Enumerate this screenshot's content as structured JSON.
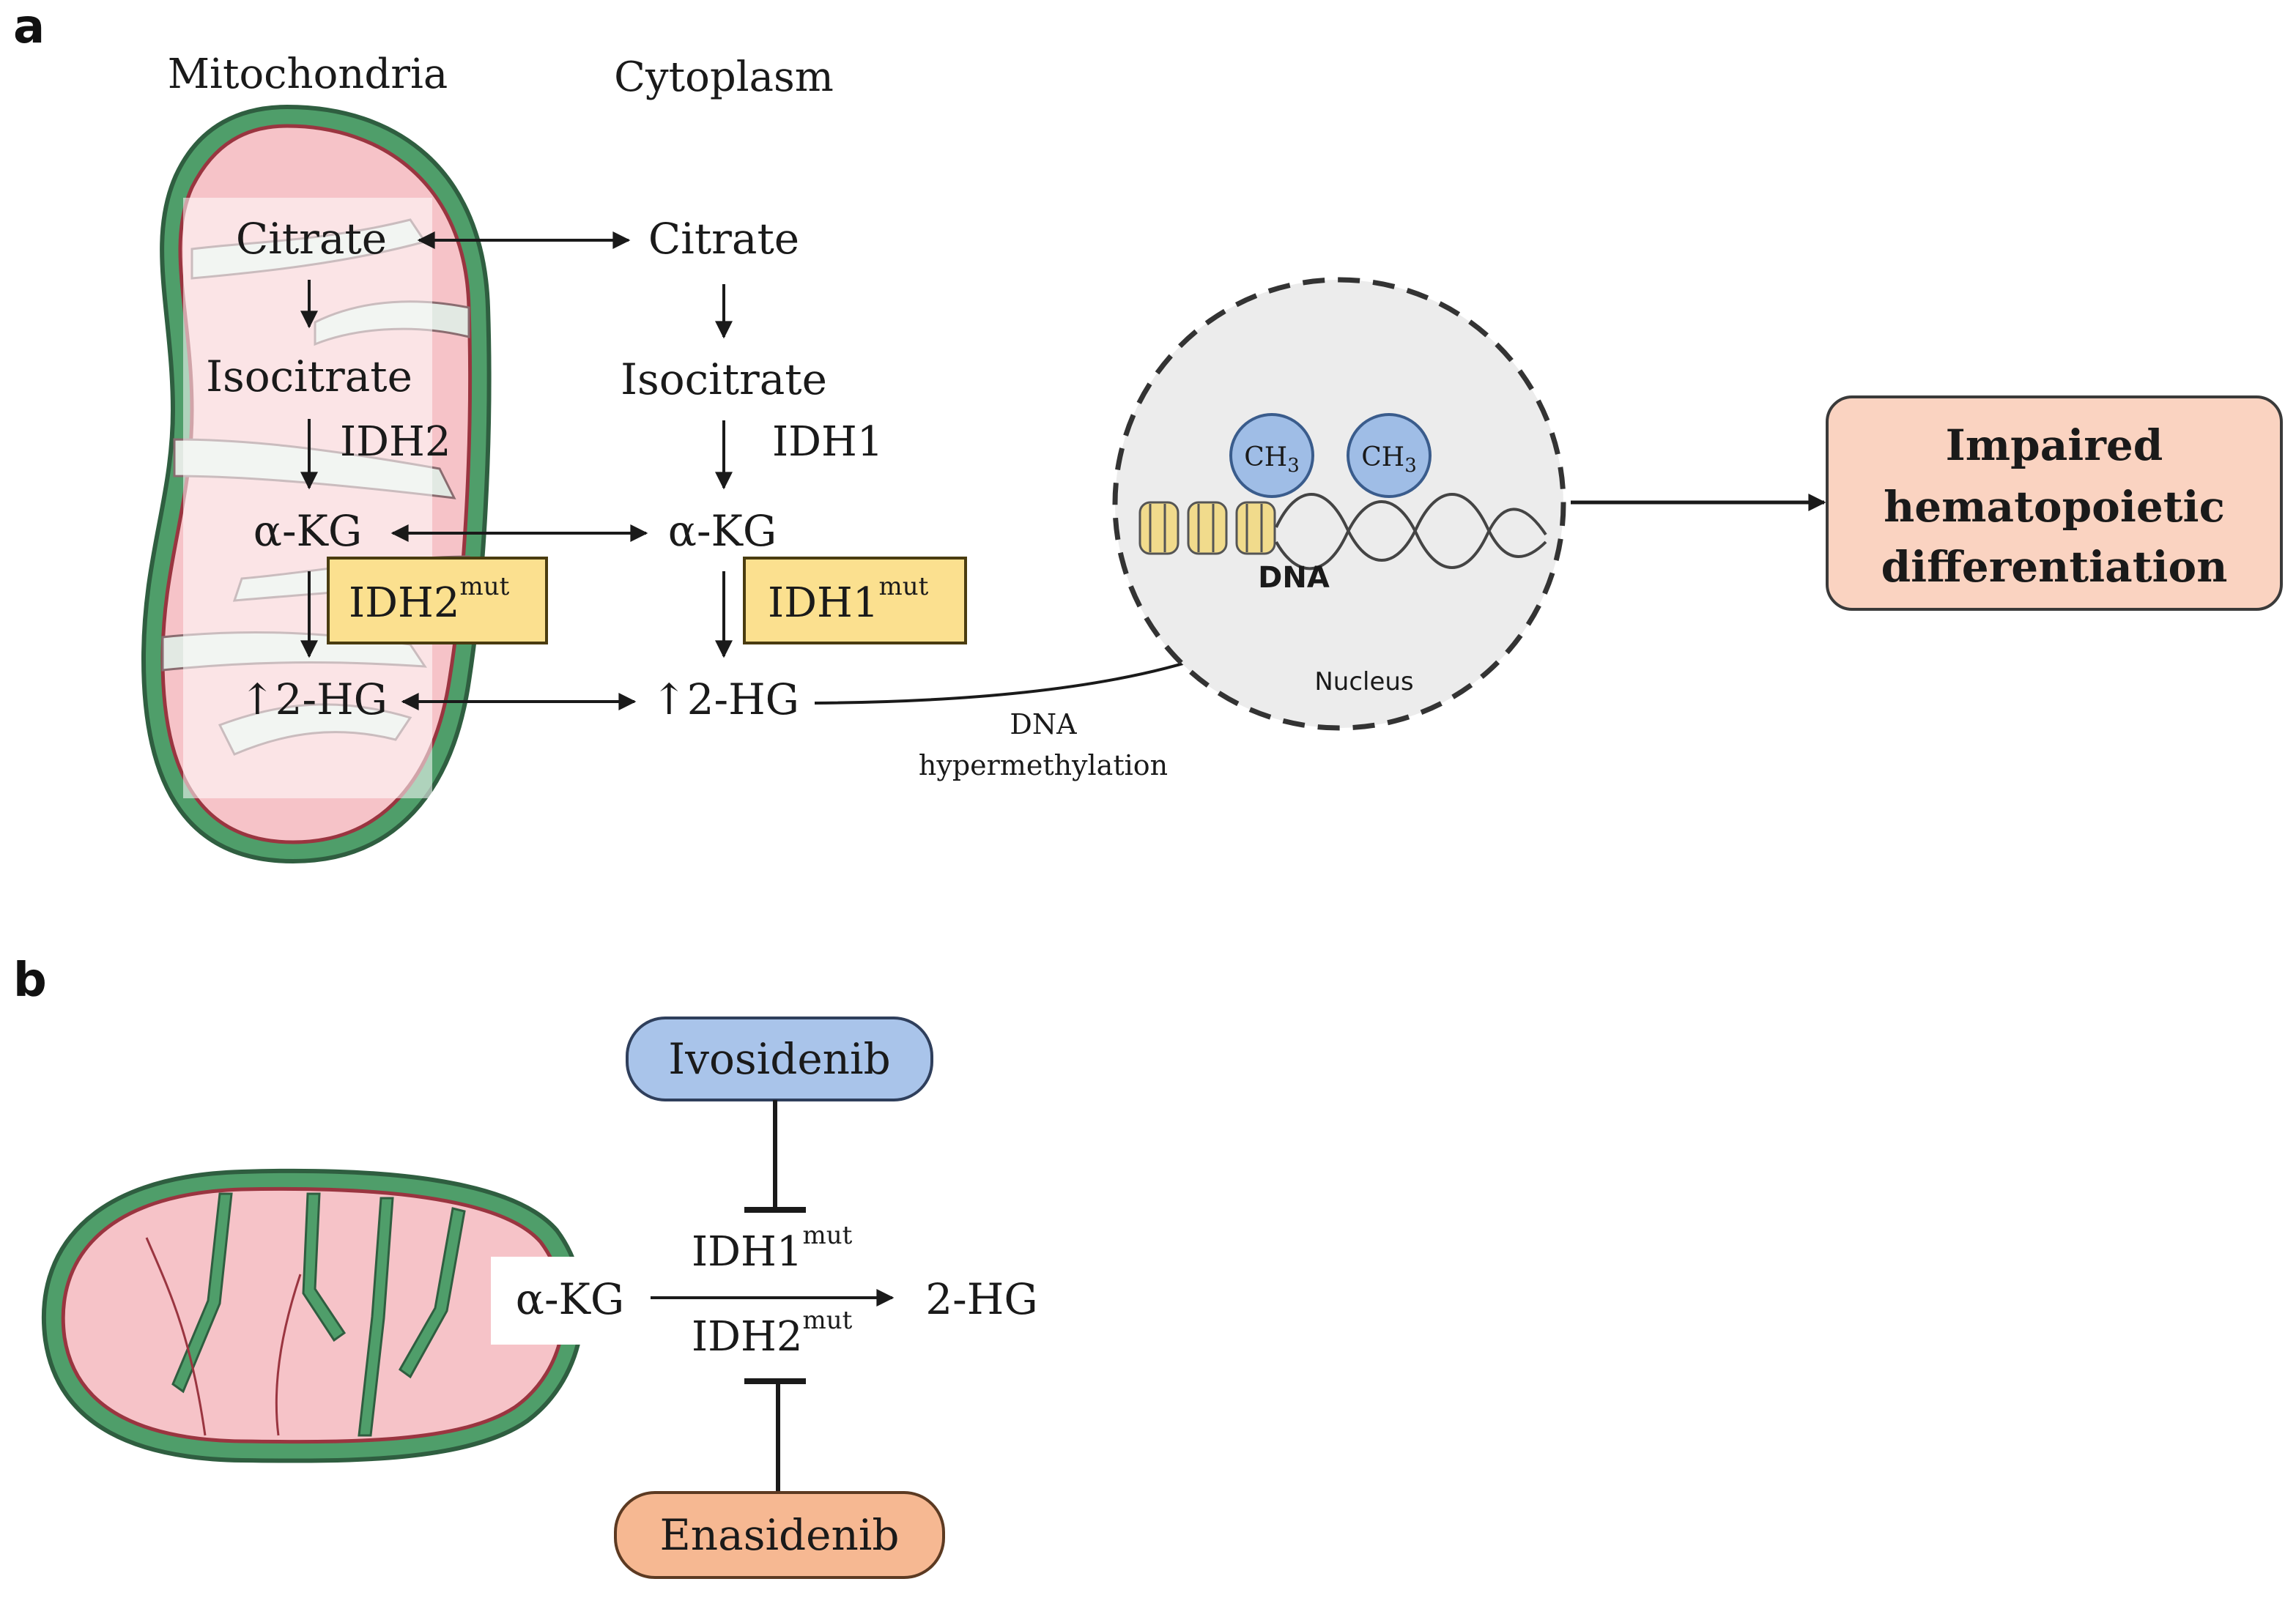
{
  "panel_a": {
    "label": "a",
    "mitochondria_label": "Mitochondria",
    "cytoplasm_label": "Cytoplasm",
    "mito_metabolites": {
      "citrate": "Citrate",
      "isocitrate": "Isocitrate",
      "akg": "α-KG",
      "hg": "↑2-HG"
    },
    "cyto_metabolites": {
      "citrate": "Citrate",
      "isocitrate": "Isocitrate",
      "akg": "α-KG",
      "hg": "↑2-HG"
    },
    "enzymes": {
      "idh2": "IDH2",
      "idh1": "IDH1",
      "idh2_mut_base": "IDH2",
      "idh1_mut_base": "IDH1",
      "mut_sup": "mut"
    },
    "methyl": {
      "ch_base": "CH",
      "ch_sub": "3"
    },
    "dna_label": "DNA",
    "nucleus_label": "Nucleus",
    "process_label_line1": "DNA",
    "process_label_line2": "hypermethylation",
    "outcome": {
      "line1": "Impaired",
      "line2": "hematopoietic",
      "line3": "differentiation"
    }
  },
  "panel_b": {
    "label": "b",
    "substrate": "α-KG",
    "product": "2-HG",
    "idh1_base": "IDH1",
    "idh2_base": "IDH2",
    "mut_sup": "mut",
    "drug_top": "Ivosidenib",
    "drug_bottom": "Enasidenib"
  },
  "colors": {
    "membrane_green": "#4f9e6a",
    "matrix_pink": "#f6c3c8",
    "mutant_highlight": "#fbe08f",
    "nucleus_fill": "#ececec",
    "methyl_blue": "#9fbde6",
    "outcome_fill": "#fad3c1",
    "ivosidenib_blue": "#a9c4ea",
    "enasidenib_orange": "#f6b892"
  }
}
